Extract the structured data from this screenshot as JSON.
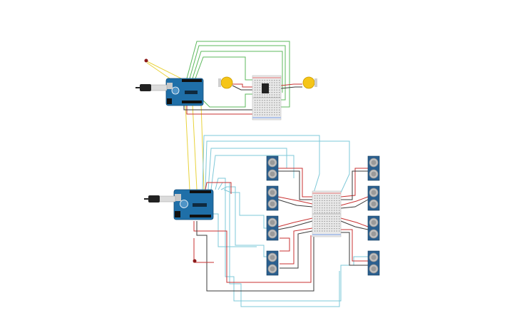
{
  "circuit": {
    "components": {
      "arduino_count": 2,
      "breadboard_count": 2,
      "ultrasonic_sensor_count": 8,
      "motor_count": 2,
      "usb_cable_count": 2,
      "led_count": 2
    },
    "wire_colors": {
      "power": "#c83232",
      "ground": "#3a3a3a",
      "signal_green": "#5cb85c",
      "signal_yellow": "#e8d23a",
      "signal_blue": "#7ec8d8"
    },
    "board_color": "#1f6fa8",
    "motor_color": "#f5c518"
  }
}
